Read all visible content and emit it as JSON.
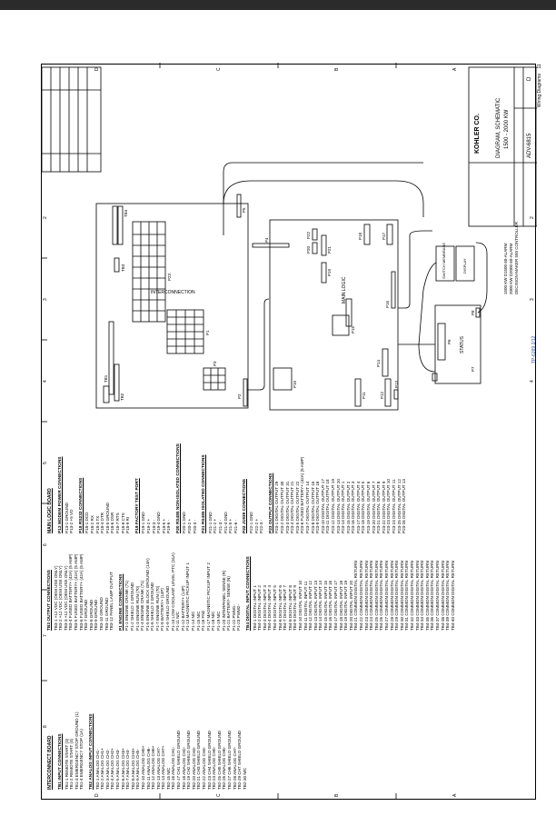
{
  "header": {
    "section": "Wiring Diagrams",
    "page_number": "11",
    "doc_code": "TP-6269 2/12"
  },
  "zones": {
    "letters": [
      "D",
      "C",
      "B",
      "A"
    ],
    "numbers": [
      "2",
      "3",
      "4",
      "5",
      "6",
      "7",
      "8"
    ]
  },
  "interconnect_board": {
    "title": "INTERCONNECT BOARD",
    "sections": [
      {
        "heading": "TB1 INPUT CONNECTIONS",
        "lines": [
          "TB1-1   REMOTE START (3)",
          "TB1-2   REMOTE START (4)",
          "TB1-3   EMERGENCY STOP GROUND (1)",
          "TB1-4   EMERGENCY STOP (1A)"
        ]
      },
      {
        "heading": "TB2 ANALOG INPUT CONNECTIONS",
        "lines": [
          "TB2-1   ANALOG CH1-",
          "TB2-2   ANALOG CH1+",
          "TB2-3   ANALOG CH2-",
          "TB2-4   ANALOG CH2+",
          "TB2-5   ANALOG CH3-",
          "TB2-6   ANALOG CH3+",
          "TB2-7   ANALOG CH4-",
          "TB2-8   ANALOG CH4+",
          "TB2-9   ANALOG CH5-",
          "TB2-10  ANALOG CH5+",
          "TB2-11  ANALOG CH6-",
          "TB2-12  ANALOG CH6+",
          "TB2-13  ANALOG CH7-",
          "TB2-14  ANALOG CH7+",
          "TB2-15  N/C",
          "TB2-16  ANALOG CH1-",
          "TB2-17  CH1 SHIELD GROUND",
          "TB2-18  ANALOG CH2-",
          "TB2-19  CH2 SHIELD GROUND",
          "TB2-20  ANALOG CH3-",
          "TB2-21  CH3 SHIELD GROUND",
          "TB2-22  ANALOG CH4-",
          "TB2-23  CH4 SHIELD GROUND",
          "TB2-24  ANALOG CH5-",
          "TB2-25  CH5 SHIELD GROUND",
          "TB2-26  ANALOG CH6-",
          "TB2-27  CH6 SHIELD GROUND",
          "TB2-28  ANALOG CH7-",
          "TB2-29  CH7 SHIELD GROUND",
          "TB2-30  N/C"
        ]
      }
    ]
  },
  "middle_column": {
    "sections": [
      {
        "heading": "TB3 OUTPUT CONNECTIONS",
        "lines": [
          "TB3-1   +12 VDC (OEM USE ONLY)",
          "TB3-2   +12 VDC (OEM USE ONLY)",
          "TB3-3   +12 VDC (OEM USE ONLY)",
          "TB3-4   FUSED BATTERY+ (42A) (5 AMP)",
          "TB3-5   FUSED BATTERY+ (42A) (5 AMP)",
          "TB3-6   FUSED BATTERY+ (42A) (5 AMP)",
          "TB3-7   GROUND",
          "TB3-8   GROUND",
          "TB3-9   GROUND",
          "TB3-10  GROUND",
          "TB3-11  GROUND",
          "TB3-12  PANEL LAMP OUTPUT"
        ]
      },
      {
        "heading": "P1 ENGINE CONNECTIONS",
        "lines": [
          "P1-1   ENGINE CRANK (71)",
          "P1-2   SHIELD 1 GROUND",
          "P1-3   ENGINE RUN (70)",
          "P1-4   ENGINE CRANK (71)",
          "P1-5   ENGINE BLOCK GROUND (14A)",
          "P1-6   SHIELD 2 GROUND",
          "P1-7   ENGINE RUN (70)",
          "P1-8   BATTERY+ (14P)",
          "P1-9   SHIELD GROUND",
          "P1-10  LOW COOLANT LEVEL PTC (31A)",
          "P1-11  N/C",
          "P1-12  BATTERY+ (14P)",
          "P1-13  MAGNETIC PICKUP INPUT 1",
          "P1-14  N/C",
          "P1-15  N/C",
          "P1-16  FN2",
          "P1-17  MAGNETIC PICKUP INPUT 2",
          "P1-18  N/C",
          "P1-19  N/C",
          "P1-20  INTERPANEL SENSE (R)",
          "P1-21  BATTERY- SENSE (N)",
          "P1-22  PWM1-",
          "P1-23  PWM2-"
        ]
      },
      {
        "heading": "TB4 DIGITAL INPUT CONNECTIONS",
        "lines": [
          "TB4-1   DIGITAL INPUT 1",
          "TB4-2   DIGITAL INPUT 2",
          "TB4-3   DIGITAL INPUT 3",
          "TB4-4   DIGITAL INPUT 4",
          "TB4-5   DIGITAL INPUT 5",
          "TB4-6   DIGITAL INPUT 6",
          "TB4-7   DIGITAL INPUT 7",
          "TB4-8   DIGITAL INPUT 8",
          "TB4-9   DIGITAL INPUT 9",
          "TB4-10  DIGITAL INPUT 10",
          "TB4-11  DIGITAL INPUT 11",
          "TB4-12  DIGITAL INPUT 12",
          "TB4-13  DIGITAL INPUT 13",
          "TB4-14  DIGITAL INPUT 14",
          "TB4-15  DIGITAL INPUT 15",
          "TB4-16  DIGITAL INPUT 16",
          "TB4-17  DIGITAL INPUT 17",
          "TB4-18  DIGITAL INPUT 18",
          "TB4-19  DIGITAL INPUT 19",
          "TB4-20  DIGITAL INPUT 20",
          "TB4-21  COMMON DIGITAL RETURN",
          "TB4-22  COMMON DIGITAL RETURN",
          "TB4-23  COMMON DIGITAL RETURN",
          "TB4-24  COMMON DIGITAL RETURN",
          "TB4-25  COMMON DIGITAL RETURN",
          "TB4-26  COMMON DIGITAL RETURN",
          "TB4-27  COMMON DIGITAL RETURN",
          "TB4-28  COMMON DIGITAL RETURN",
          "TB4-29  COMMON DIGITAL RETURN",
          "TB4-30  COMMON DIGITAL RETURN",
          "TB4-31  COMMON DIGITAL RETURN",
          "TB4-32  COMMON DIGITAL RETURN",
          "TB4-33  COMMON DIGITAL RETURN",
          "TB4-34  COMMON DIGITAL RETURN",
          "TB4-35  COMMON DIGITAL RETURN",
          "TB4-36  COMMON DIGITAL RETURN",
          "TB4-37  COMMON DIGITAL RETURN",
          "TB4-38  COMMON DIGITAL RETURN",
          "TB4-39  COMMON DIGITAL RETURN",
          "TB4-40  COMMON DIGITAL RETURN"
        ]
      }
    ]
  },
  "main_logic_board": {
    "title": "MAIN LOGIC BOARD",
    "sections": [
      {
        "heading": "P13 MODEM POWER CONNECTIONS",
        "lines": [
          "P13-1   GROUND",
          "P13-2   +5 VD"
        ]
      },
      {
        "heading": "P18 RS232 CONNECTIONS",
        "lines": [
          "P18-1   DCD",
          "P18-2   RX",
          "P18-3   TX",
          "P18-4   DTR",
          "P18-5   GROUND",
          "P18-6   DSR",
          "P18-7   RTS",
          "P18-8   CTS",
          "P18-9   RI"
        ]
      },
      {
        "heading": "P19 FACTORY TEST PORT",
        "lines": [
          "P19-1   GND",
          "P19-2   +",
          "P19-3   -",
          "P19-4   GND",
          "P19-5   +",
          "P19-6   -"
        ]
      },
      {
        "heading": "P20 RS485 NON-ISOLATED CONNECTIONS",
        "lines": [
          "P20-1   GND",
          "P20-2   +",
          "P20-3   -"
        ]
      },
      {
        "heading": "P21 RS485 ISOLATED CONNECTIONS",
        "lines": [
          "P21-1   GND",
          "P21-2   +",
          "P21-3   -",
          "P21-4   GND",
          "P21-5   +",
          "P21-6   -"
        ]
      },
      {
        "heading": "P22 J1939 CONNECTIONS",
        "lines": [
          "P22-1   GND",
          "P22-2   +",
          "P22-3   -"
        ]
      },
      {
        "heading": "P23 OUTPUT CONNECTIONS",
        "lines": [
          "P23-1   DIGITAL OUTPUT 29",
          "P23-2   DIGITAL OUTPUT 30",
          "P23-3   DIGITAL OUTPUT 31",
          "P23-4   DIGITAL OUTPUT 21",
          "P23-5   DIGITAL OUTPUT 22",
          "P23-6   FUSED BATTERY+ (42A) (5 AMP)",
          "P23-7   DIGITAL OUTPUT 14",
          "P23-8   DIGITAL OUTPUT 15",
          "P23-9   DIGITAL OUTPUT 16",
          "P23-10  DIGITAL OUTPUT 17",
          "P23-11  DIGITAL OUTPUT 18",
          "P23-12  DIGITAL OUTPUT 19",
          "P23-13  DIGITAL OUTPUT 20",
          "P23-14  DIGITAL OUTPUT 1",
          "P23-15  DIGITAL OUTPUT 2",
          "P23-16  DIGITAL OUTPUT 3",
          "P23-17  DIGITAL OUTPUT 4",
          "P23-18  DIGITAL OUTPUT 5",
          "P23-19  DIGITAL OUTPUT 6",
          "P23-20  DIGITAL OUTPUT 7",
          "P23-21  DIGITAL OUTPUT 8",
          "P23-22  DIGITAL OUTPUT 9",
          "P23-23  DIGITAL OUTPUT 10",
          "P23-24  DIGITAL OUTPUT 11",
          "P23-25  DIGITAL OUTPUT 12",
          "P23-26  DIGITAL OUTPUT 13"
        ]
      }
    ]
  },
  "diagram": {
    "interconnection_label": "INTERCONNECTION",
    "main_logic_label": "MAIN LOGIC",
    "status_label": "STATUS",
    "switch_label": "SWITCH MEMBRANE",
    "display_label": "DISPLAY",
    "connectors": {
      "tb1": "TB1",
      "tb2": "TB2",
      "tb3": "TB3",
      "tb4": "TB4",
      "p1": "P1",
      "p2": "P2",
      "p3": "P3",
      "p4": "P4",
      "p5": "P5",
      "p23": "P23",
      "p6": "P6",
      "p7": "P7",
      "p8": "P8",
      "p10": "P10",
      "p11": "P11",
      "p12": "P12",
      "p13": "P13",
      "p14": "P14",
      "p15": "P15",
      "p16": "P16",
      "p17": "P17",
      "p18": "P18",
      "p19": "P19",
      "p20": "P20",
      "p21": "P21",
      "p22": "P22"
    }
  },
  "title_block": {
    "company": "KOHLER CO.",
    "title": "DIAGRAM, SCHEMATIC",
    "subtitle": "1500 - 2000 KW",
    "drawing_number": "ADV-6815",
    "revision": "D",
    "model_lines": [
      "1500 KW D1500 60-ALARM",
      "2000 KW D2000 60-ALARM",
      "DECISION-MAKER 550 CONTROLLER"
    ]
  }
}
